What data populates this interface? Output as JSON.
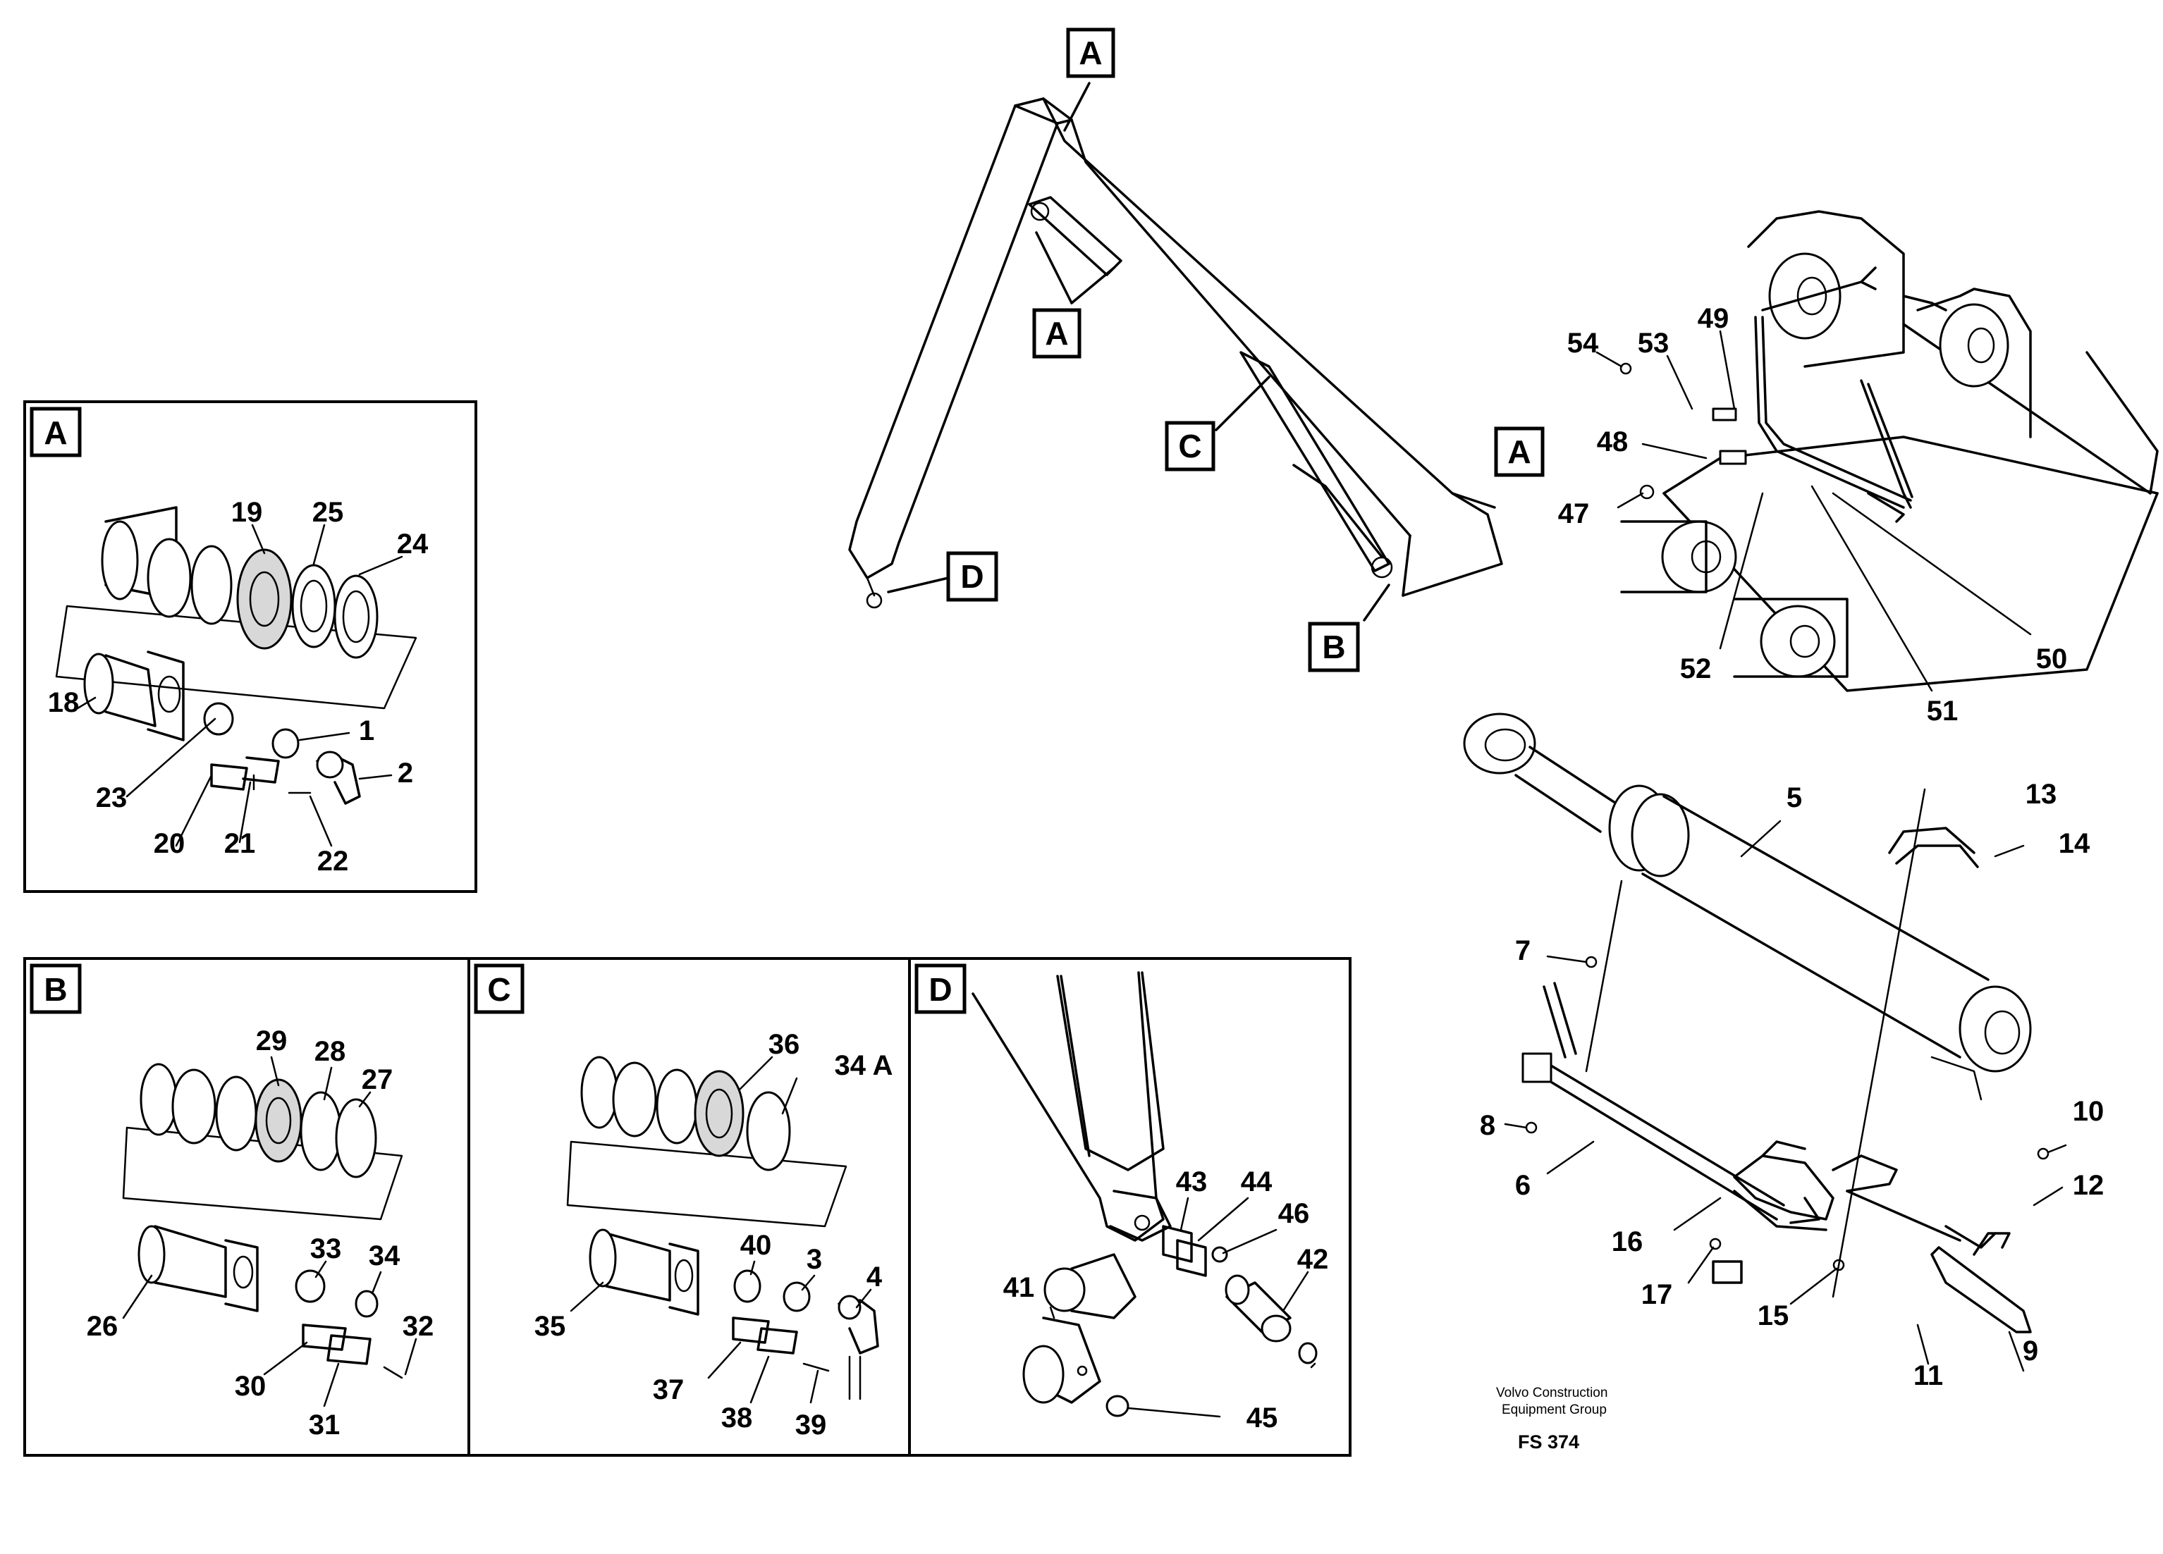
{
  "callouts": {
    "top_a": "A",
    "mid_a": "A",
    "c": "C",
    "d": "D",
    "b": "B",
    "right_a": "A"
  },
  "panels": {
    "a": "A",
    "b": "B",
    "c": "C",
    "d": "D"
  },
  "part_numbers": {
    "p1": "1",
    "p2": "2",
    "p3": "3",
    "p4": "4",
    "p5": "5",
    "p6": "6",
    "p7": "7",
    "p8": "8",
    "p9": "9",
    "p10": "10",
    "p11": "11",
    "p12": "12",
    "p13": "13",
    "p14": "14",
    "p15": "15",
    "p16": "16",
    "p17": "17",
    "p18": "18",
    "p19": "19",
    "p20": "20",
    "p21": "21",
    "p22": "22",
    "p23": "23",
    "p24": "24",
    "p25": "25",
    "p26": "26",
    "p27": "27",
    "p28": "28",
    "p29": "29",
    "p30": "30",
    "p31": "31",
    "p32": "32",
    "p33": "33",
    "p34": "34",
    "p34a": "34 A",
    "p35": "35",
    "p36": "36",
    "p37": "37",
    "p38": "38",
    "p39": "39",
    "p40": "40",
    "p41": "41",
    "p42": "42",
    "p43": "43",
    "p44": "44",
    "p45": "45",
    "p46": "46",
    "p47": "47",
    "p48": "48",
    "p49": "49",
    "p50": "50",
    "p51": "51",
    "p52": "52",
    "p53": "53",
    "p54": "54"
  },
  "footer": {
    "company_line1": "Volvo Construction",
    "company_line2": "Equipment Group",
    "figure_id": "FS 374"
  }
}
